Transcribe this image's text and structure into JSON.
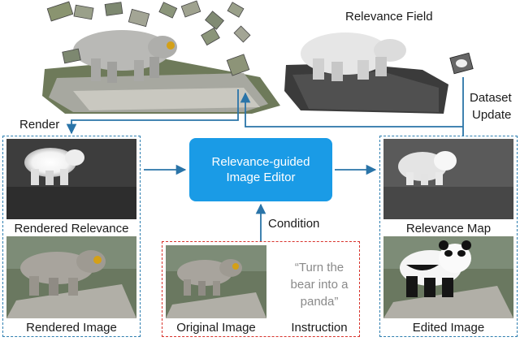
{
  "labels": {
    "relevance_field": "Relevance Field",
    "render": "Render",
    "dataset_update_1": "Dataset",
    "dataset_update_2": "Update",
    "editor_line1": "Relevance-guided",
    "editor_line2": "Image Editor",
    "condition": "Condition",
    "rendered_relevance": "Rendered Relevance",
    "rendered_image": "Rendered Image",
    "original_image": "Original Image",
    "instruction": "Instruction",
    "relevance_map": "Relevance Map",
    "edited_image": "Edited Image"
  },
  "instruction_text": {
    "line1": "“Turn the",
    "line2": "bear into a",
    "line3": "panda”"
  },
  "colors": {
    "arrow_blue": "#2a74a8",
    "dash_blue": "#2f7fb0",
    "dash_red": "#d8342d",
    "editor_fill": "#1a9be6"
  }
}
